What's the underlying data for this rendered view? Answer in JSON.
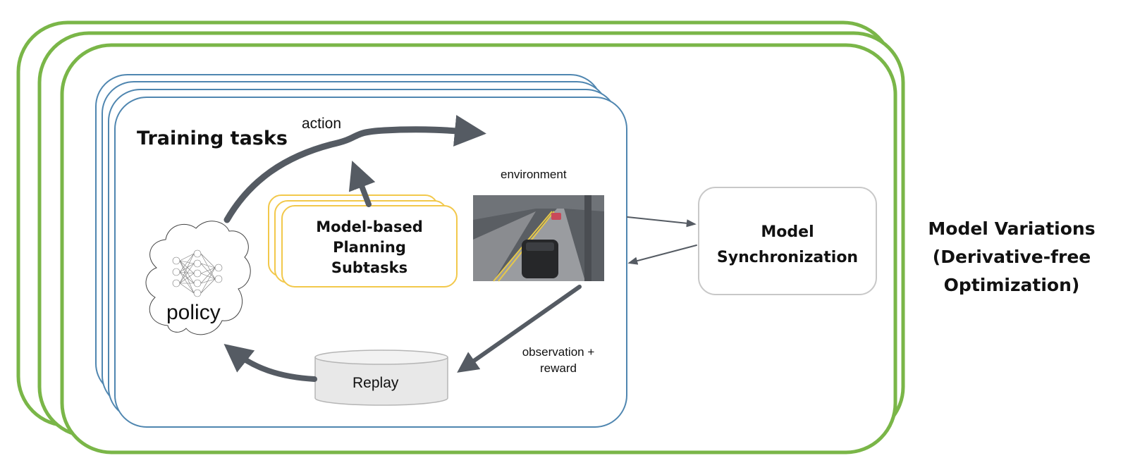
{
  "outer": {
    "label": "Model Variations\n(Derivative-free\nOptimization)"
  },
  "inner": {
    "title": "Training tasks"
  },
  "arrows": {
    "action_label": "action",
    "observation_label": "observation +\nreward"
  },
  "policy": {
    "label": "policy"
  },
  "planning": {
    "label": "Model-based\nPlanning\nSubtasks"
  },
  "environment": {
    "label": "environment"
  },
  "replay": {
    "label": "Replay"
  },
  "sync": {
    "label": "Model\nSynchronization"
  },
  "colors": {
    "green": "#7ab648",
    "blue": "#4f86b0",
    "yellow": "#f2c84b",
    "gray": "#5a5f66",
    "boxgray": "#c8c8c8"
  }
}
